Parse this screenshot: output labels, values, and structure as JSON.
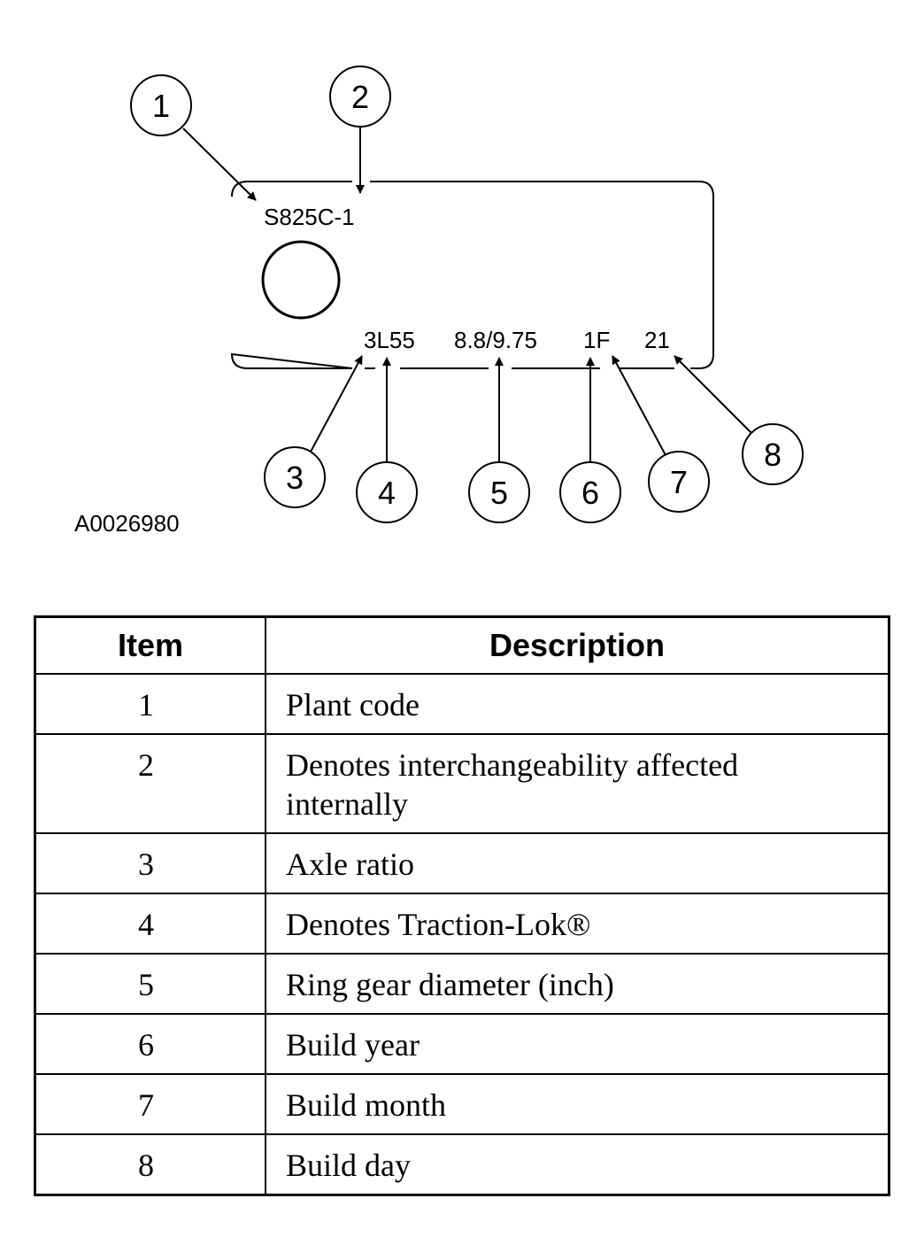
{
  "diagram": {
    "tag_codes": {
      "plant": "S825C-1",
      "ratio": "3L55",
      "ring_gear": "8.8/9.75",
      "year_month": "1F",
      "day": "21"
    },
    "callouts": [
      "1",
      "2",
      "3",
      "4",
      "5",
      "6",
      "7",
      "8"
    ],
    "figure_id": "A0026980"
  },
  "table": {
    "headers": {
      "item": "Item",
      "description": "Description"
    },
    "rows": [
      {
        "item": "1",
        "description": "Plant code"
      },
      {
        "item": "2",
        "description": "Denotes interchangeability affected internally"
      },
      {
        "item": "3",
        "description": "Axle ratio"
      },
      {
        "item": "4",
        "description": "Denotes Traction-Lok®"
      },
      {
        "item": "5",
        "description": "Ring gear diameter (inch)"
      },
      {
        "item": "6",
        "description": "Build year"
      },
      {
        "item": "7",
        "description": "Build month"
      },
      {
        "item": "8",
        "description": "Build day"
      }
    ]
  }
}
